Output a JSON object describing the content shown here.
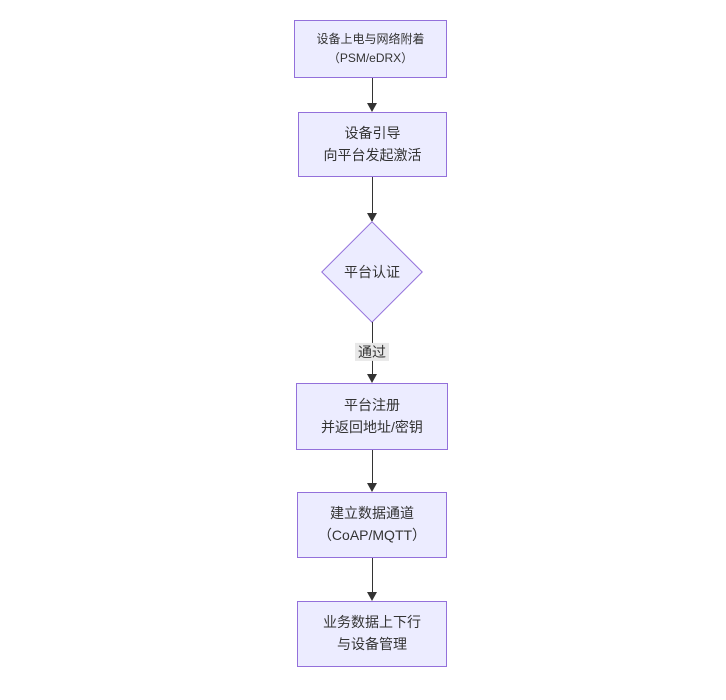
{
  "flowchart": {
    "type": "flowchart-vertical",
    "colors": {
      "node_fill": "#ECECFF",
      "node_border": "#9370DB",
      "text": "#333333",
      "arrow": "#333333",
      "edge_label_bg": "#E8E8E8",
      "background": "#FFFFFF"
    },
    "nodes": [
      {
        "id": "power-attach",
        "shape": "rect",
        "lines": [
          "设备上电与网络附着",
          "（PSM/eDRX）"
        ]
      },
      {
        "id": "bootstrap",
        "shape": "rect",
        "lines": [
          "设备引导",
          "向平台发起激活"
        ]
      },
      {
        "id": "platform-auth",
        "shape": "diamond",
        "lines": [
          "平台认证"
        ]
      },
      {
        "id": "platform-register",
        "shape": "rect",
        "lines": [
          "平台注册",
          "并返回地址/密钥"
        ]
      },
      {
        "id": "data-channel",
        "shape": "rect",
        "lines": [
          "建立数据通道",
          "（CoAP/MQTT）"
        ]
      },
      {
        "id": "business-data",
        "shape": "rect",
        "lines": [
          "业务数据上下行",
          "与设备管理"
        ]
      }
    ],
    "edges": [
      {
        "from": "power-attach",
        "to": "bootstrap",
        "label": ""
      },
      {
        "from": "bootstrap",
        "to": "platform-auth",
        "label": ""
      },
      {
        "from": "platform-auth",
        "to": "platform-register",
        "label": "通过"
      },
      {
        "from": "platform-register",
        "to": "data-channel",
        "label": ""
      },
      {
        "from": "data-channel",
        "to": "business-data",
        "label": ""
      }
    ]
  }
}
